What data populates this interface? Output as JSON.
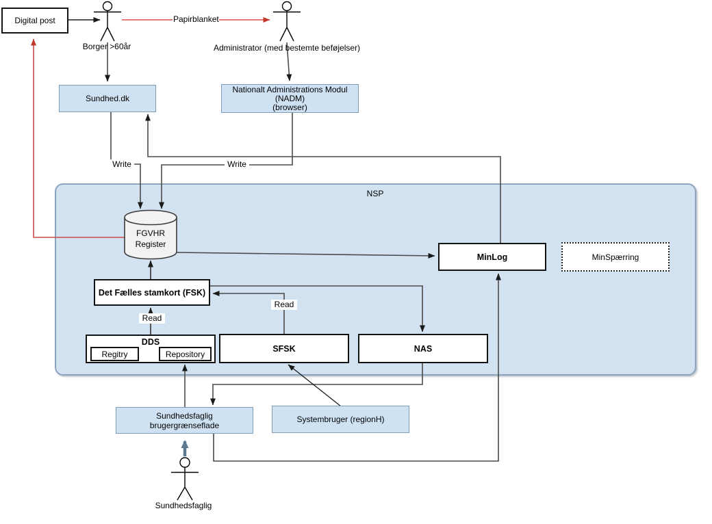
{
  "diagram": {
    "nsp_label": "NSP",
    "actors": {
      "borger": {
        "label": "Borger >60år"
      },
      "administrator": {
        "label": "Administrator (med bestemte beføjelser)"
      },
      "sundhedsfaglig": {
        "label": "Sundhedsfaglig"
      }
    },
    "nodes": {
      "digital_post": {
        "label": "Digital post"
      },
      "sundhed_dk": {
        "label": "Sundhed.dk"
      },
      "nadm": {
        "line1": "Nationalt Administrations Modul",
        "line2": "(NADM)",
        "line3": "(browser)"
      },
      "fgvhr": {
        "line1": "FGVHR",
        "line2": "Register"
      },
      "minlog": {
        "label": "MinLog"
      },
      "minspaerring": {
        "label": "MinSpærring"
      },
      "fsk": {
        "label": "Det Fælles stamkort (FSK)"
      },
      "dds": {
        "label": "DDS",
        "registry": "Regitry",
        "repository": "Repository"
      },
      "sfsk": {
        "label": "SFSK"
      },
      "nas": {
        "label": "NAS"
      },
      "sundhedsfaglig_ui": {
        "line1": "Sundhedsfaglig",
        "line2": "brugergrænseflade"
      },
      "systembruger": {
        "label": "Systembruger (regionH)"
      }
    },
    "edge_labels": {
      "papirblanket": "Papirblanket",
      "write_sundhed": "Write",
      "write_nadm": "Write",
      "read_dds": "Read",
      "read_sfsk": "Read"
    },
    "colors": {
      "container_fill": "#d3e2f1",
      "container_border": "#8ba4bd",
      "blue_node_fill": "#cfe2f3",
      "blue_node_border": "#7e9db9",
      "connector": "#4a4a4a",
      "red_line": "#c94b4b",
      "salmon_line": "#e07b7b",
      "steel_arrow": "#5a7890",
      "cylinder_fill": "#f2f2f2"
    }
  }
}
